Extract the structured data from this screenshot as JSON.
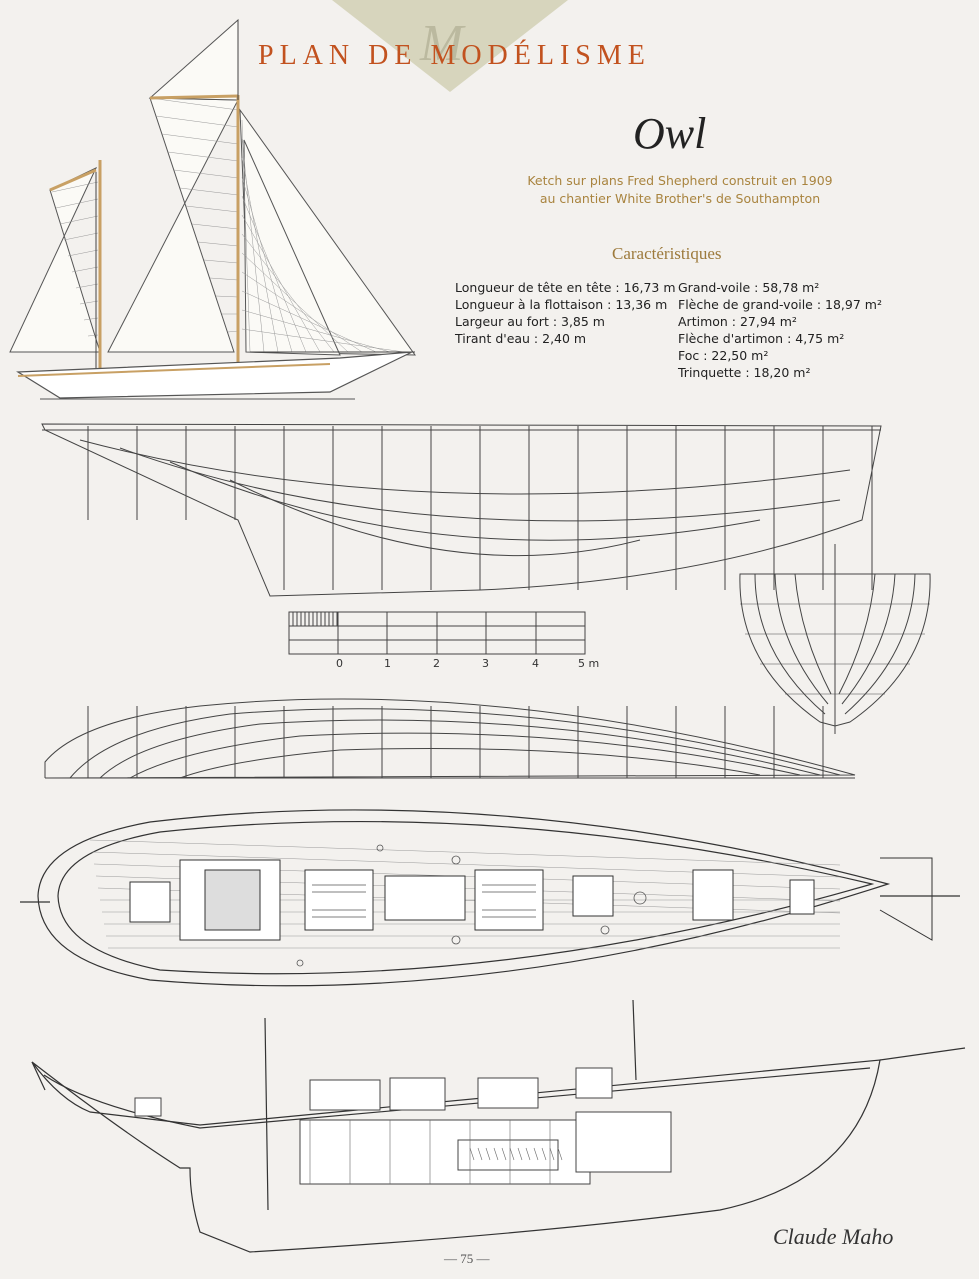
{
  "header": {
    "banner": "PLAN DE MODÉLISME",
    "watermark_letter": "M"
  },
  "boat": {
    "name": "Owl",
    "subtitle_line1": "Ketch sur plans Fred Shepherd construit en 1909",
    "subtitle_line2": "au chantier White Brother's de Southampton"
  },
  "characteristics": {
    "heading": "Caractéristiques",
    "left": [
      "Longueur de tête en tête : 16,73 m",
      "Longueur à la flottaison : 13,36 m",
      "Largeur au fort : 3,85 m",
      "Tirant d'eau : 2,40 m"
    ],
    "right": [
      "Grand-voile : 58,78 m²",
      "Flèche de grand-voile : 18,97 m²",
      "Artimon : 27,94 m²",
      "Flèche d'artimon : 4,75 m²",
      "Foc : 22,50 m²",
      "Trinquette : 18,20 m²"
    ]
  },
  "scale": {
    "labels": [
      "0",
      "1",
      "2",
      "3",
      "4",
      "5 m"
    ]
  },
  "footer": {
    "page_number": "— 75 —",
    "signature": "Claude Maho"
  },
  "colors": {
    "accent": "#c2521f",
    "gold": "#a9843f",
    "banner_bg": "#d7d5bd",
    "spar": "#c8a064"
  }
}
